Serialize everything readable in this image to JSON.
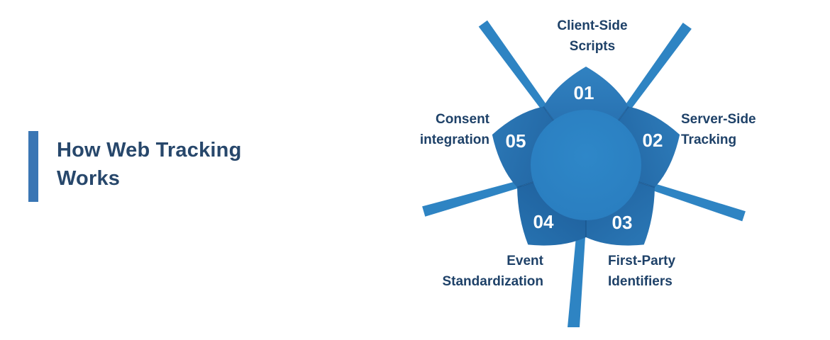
{
  "title_block": {
    "line1": "How Web Tracking",
    "line2": "Works",
    "full_title": "How Web Tracking Works",
    "accent_bar_color": "#3a76b4",
    "text_color": "#27476b"
  },
  "diagram": {
    "type": "radial-flower-5-step",
    "center_circle_color": "#2b82c3",
    "petal_light_color": "#2f80c0",
    "petal_dark_color": "#1f5f9c",
    "ray_color": "#2e84c3",
    "number_color": "#ffffff",
    "label_color": "#1e4168",
    "items": [
      {
        "number": "01",
        "position": "top",
        "line1": "Client-Side",
        "line2": "Scripts",
        "label": "Client-Side Scripts"
      },
      {
        "number": "02",
        "position": "right",
        "line1": "Server-Side",
        "line2": "Tracking",
        "label": "Server-Side Tracking"
      },
      {
        "number": "03",
        "position": "bottom-right",
        "line1": "First-Party",
        "line2": "Identifiers",
        "label": "First-Party Identifiers"
      },
      {
        "number": "04",
        "position": "bottom-left",
        "line1": "Event",
        "line2": "Standardization",
        "label": "Event Standardization"
      },
      {
        "number": "05",
        "position": "left",
        "line1": "Consent",
        "line2": "integration",
        "label": "Consent integration"
      }
    ]
  }
}
